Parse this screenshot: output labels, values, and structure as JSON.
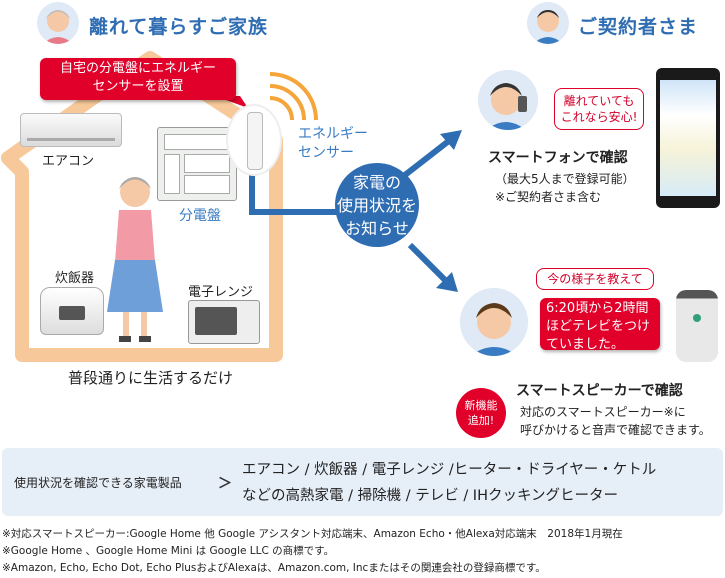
{
  "left_title": "離れて暮らすご家族",
  "right_title": "ご契約者さま",
  "sensor_banner": [
    "自宅の分電盤にエネルギー",
    "センサーを設置"
  ],
  "appliances": {
    "aircon": "エアコン",
    "panel": "分電盤",
    "rice_cooker": "炊飯器",
    "microwave": "電子レンジ"
  },
  "sensor_label": [
    "エネルギー",
    "センサー"
  ],
  "center_circle": [
    "家電の",
    "使用状況を",
    "お知らせ"
  ],
  "daily_life": "普段通りに生活するだけ",
  "smartphone": {
    "bubble": [
      "離れていても",
      "これなら安心!"
    ],
    "heading": "スマートフォンで確認",
    "sub1": "（最大5人まで登録可能）",
    "sub2": "※ご契約者さま含む"
  },
  "speaker": {
    "question": "今の様子を教えて",
    "answer": [
      "6:20頃から2時間",
      "ほどテレビをつけ",
      "ていました。"
    ],
    "badge": [
      "新機能",
      "追加!"
    ],
    "heading": "スマートスピーカーで確認",
    "sub1": "対応のスマートスピーカー※に",
    "sub2": "呼びかけると音声で確認できます。"
  },
  "products": {
    "label": "使用状況を確認できる家電製品",
    "chevron": "＞",
    "line1": "エアコン / 炊飯器 / 電子レンジ /ヒーター・ドライヤー・ケトル",
    "line2": "などの高熱家電 / 掃除機 / テレビ / IHクッキングヒーター"
  },
  "notes": [
    "※対応スマートスピーカー:Google Home 他 Google アシスタント対応端末、Amazon Echo・他Alexa対応端末　2018年1月現在",
    "※Google Home 、Google Home Mini は Google LLC の商標です。",
    "※Amazon, Echo, Echo Dot, Echo PlusおよびAlexaは、Amazon.com, Incまたはその関連会社の登録商標です。"
  ],
  "colors": {
    "house": "#f7c99a",
    "blue": "#2f6db3",
    "red": "#e0002a",
    "product_bg": "#e6eef8"
  }
}
